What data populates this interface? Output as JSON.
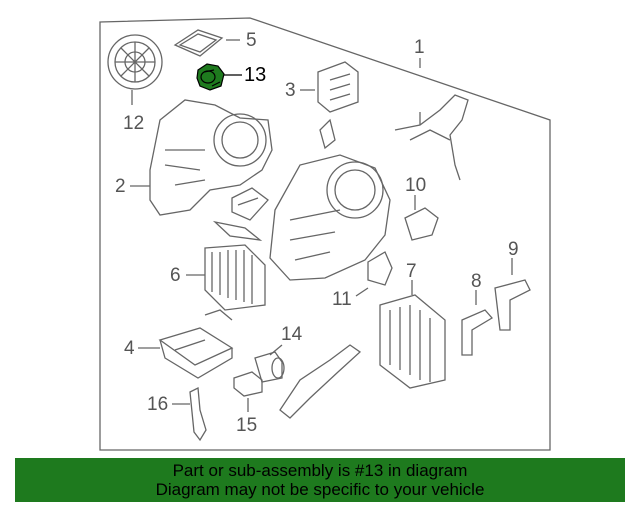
{
  "callouts": {
    "c1": "1",
    "c2": "2",
    "c3": "3",
    "c4": "4",
    "c5": "5",
    "c6": "6",
    "c7": "7",
    "c8": "8",
    "c9": "9",
    "c10": "10",
    "c11": "11",
    "c12": "12",
    "c13": "13",
    "c14": "14",
    "c15": "15",
    "c16": "16"
  },
  "highlight": {
    "part": "13",
    "color": "#1e7a1e"
  },
  "banner": {
    "line1": "Part or sub-assembly is #13 in diagram",
    "line2": "Diagram may not be specific to your vehicle",
    "color": "#1e7a1e"
  }
}
